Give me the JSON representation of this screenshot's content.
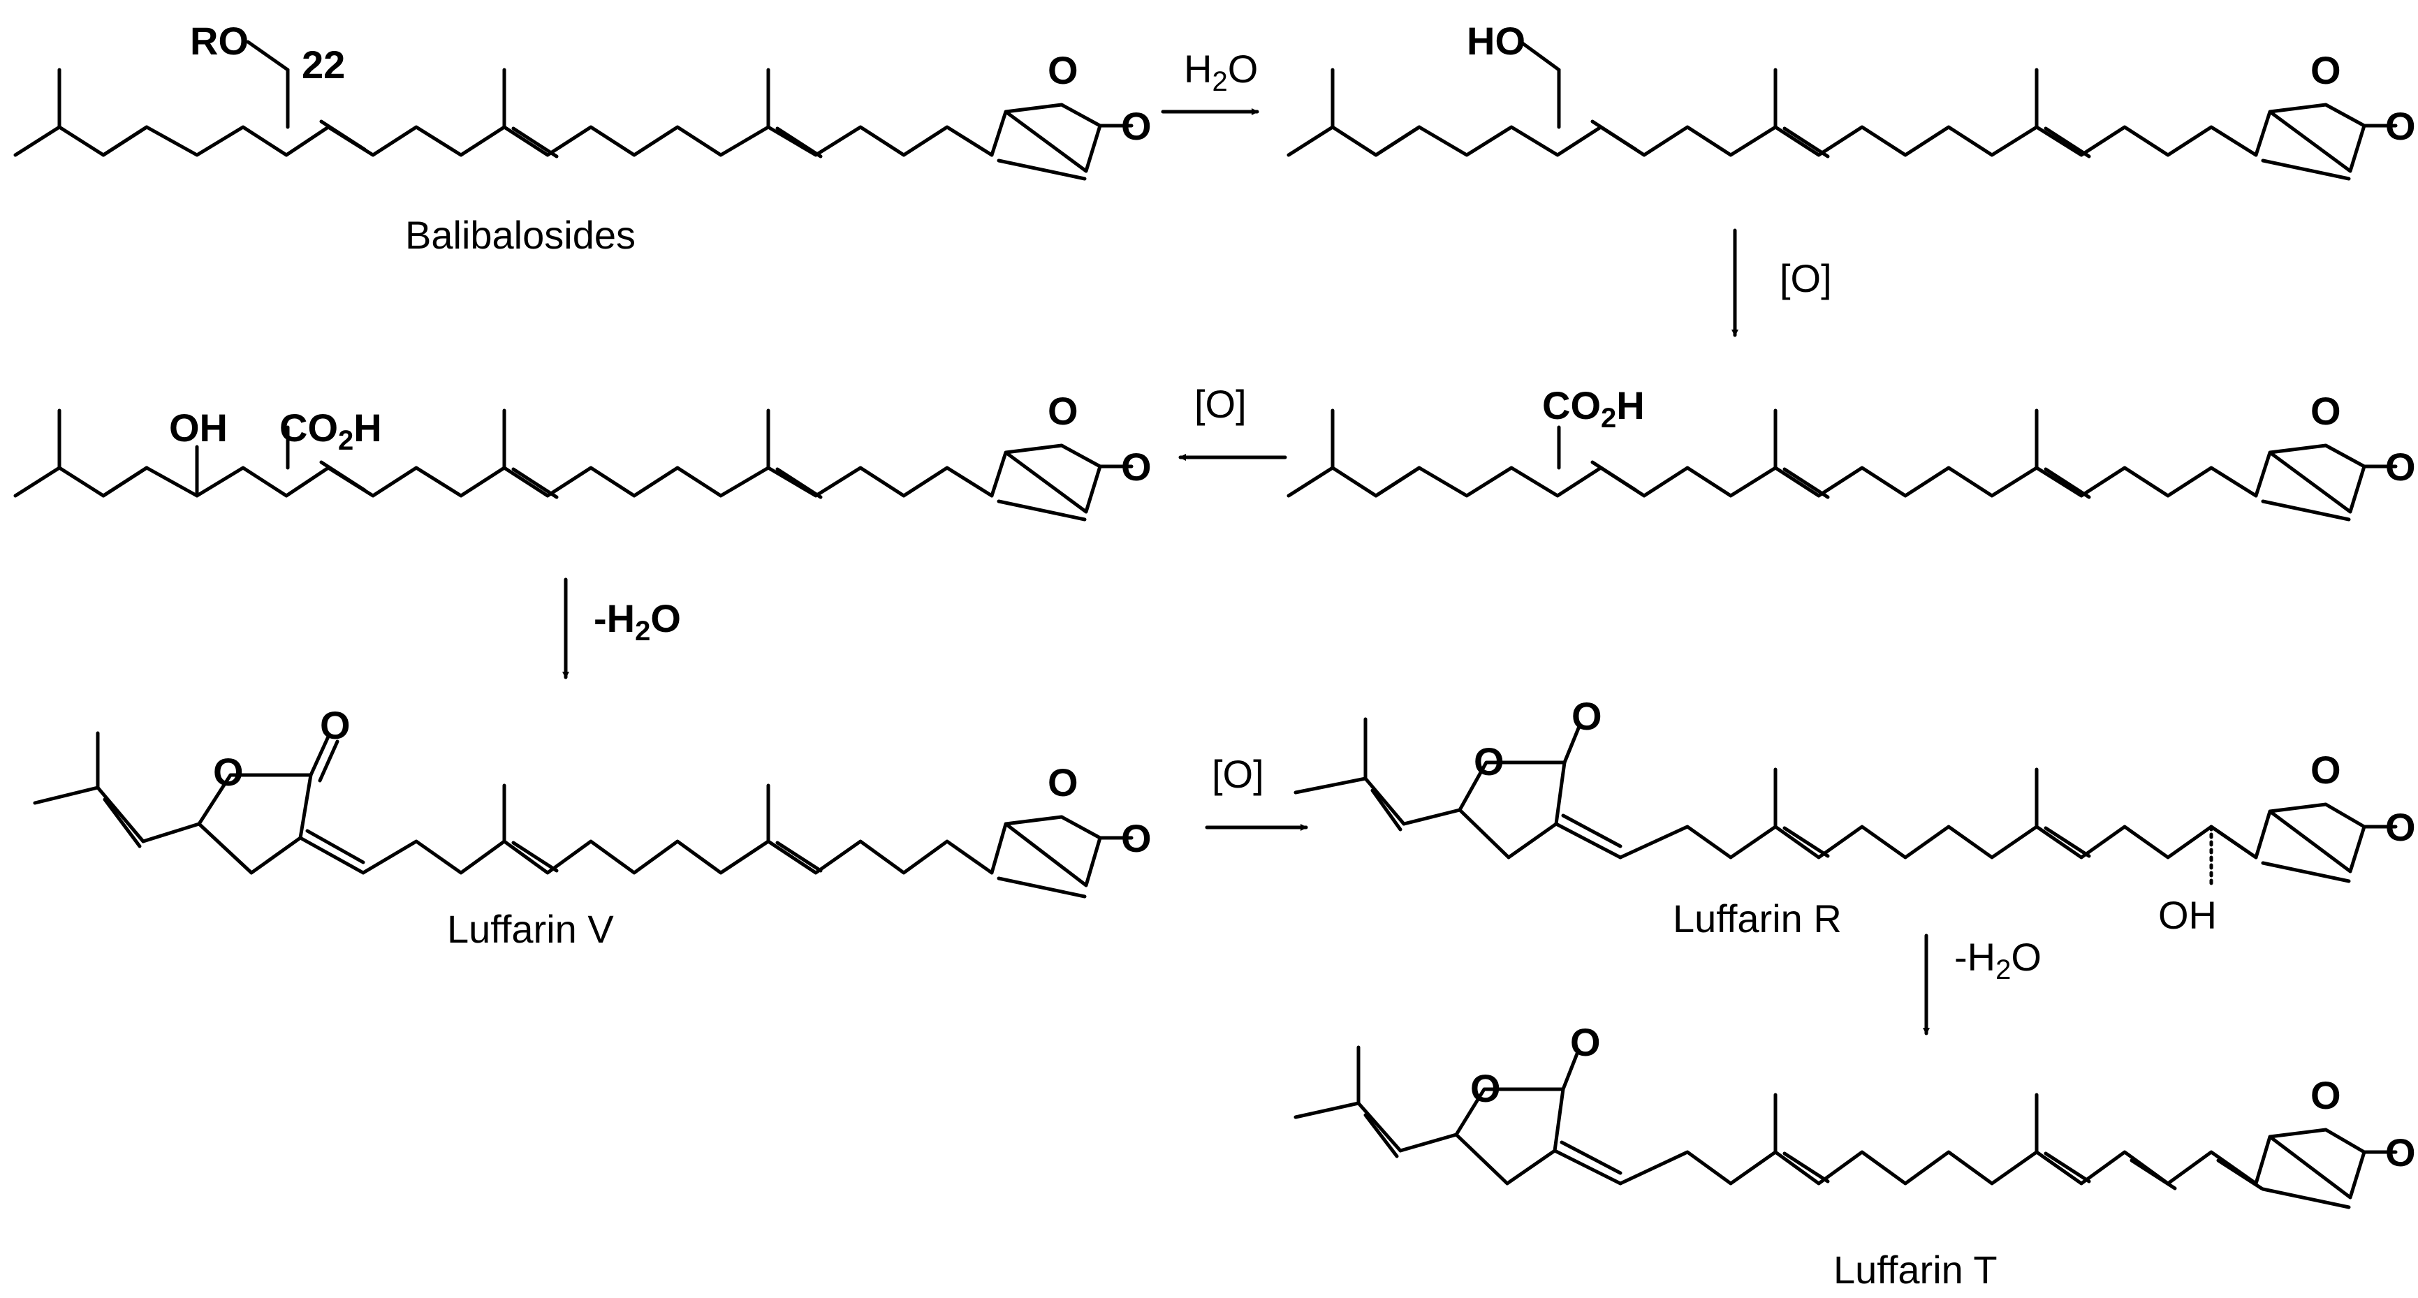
{
  "compounds": {
    "balibalosides": {
      "label": "Balibalosides",
      "ro": "RO",
      "locant": "22",
      "o_ring": "O",
      "o_carbonyl": "O"
    },
    "intermediate_1": {
      "ho": "HO",
      "o_ring": "O",
      "o_carbonyl": "O"
    },
    "intermediate_2": {
      "co2h_main": "CO",
      "co2h_sub": "2",
      "co2h_end": "H",
      "o_ring": "O",
      "o_carbonyl": "O"
    },
    "intermediate_3": {
      "oh": "OH",
      "co2h_main": "CO",
      "co2h_sub": "2",
      "co2h_end": "H",
      "o_ring": "O",
      "o_carbonyl": "O"
    },
    "luffarin_v": {
      "label": "Luffarin V",
      "o_ring_a": "O",
      "o_carbonyl_a": "O",
      "o_ring_b": "O",
      "o_carbonyl_b": "O"
    },
    "luffarin_r": {
      "label": "Luffarin R",
      "oh": "OH",
      "o_ring_a": "O",
      "o_carbonyl_a": "O",
      "o_ring_b": "O",
      "o_carbonyl_b": "O"
    },
    "luffarin_t": {
      "label": "Luffarin T",
      "o_ring_a": "O",
      "o_carbonyl_a": "O",
      "o_ring_b": "O",
      "o_carbonyl_b": "O"
    }
  },
  "reagents": {
    "hydrolysis": {
      "main": "H",
      "sub": "2",
      "end": "O"
    },
    "oxidation_1": "[O]",
    "oxidation_2": "[O]",
    "dehydration_1": {
      "main": "-H",
      "sub": "2",
      "end": "O"
    },
    "oxidation_3": "[O]",
    "dehydration_2": {
      "main": "-H",
      "sub": "2",
      "end": "O"
    }
  }
}
